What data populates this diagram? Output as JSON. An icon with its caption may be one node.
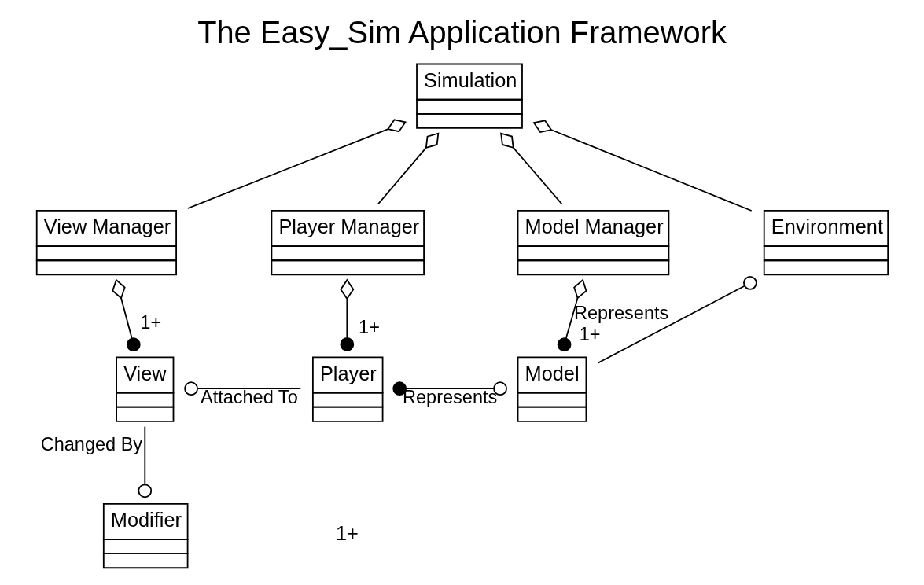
{
  "diagram": {
    "title": "The Easy_Sim Application Framework",
    "nodes": [
      {
        "text": [
          "Simulation"
        ]
      },
      {
        "text": [
          "View Manager"
        ]
      },
      {
        "text": [
          "Player Manager"
        ]
      },
      {
        "text": [
          "Model Manager"
        ]
      },
      {
        "text": [
          "Environment"
        ]
      },
      {
        "text": [
          "View"
        ]
      },
      {
        "text": [
          "Player"
        ]
      },
      {
        "text": [
          "Model"
        ]
      },
      {
        "text": [
          "Modifier"
        ]
      }
    ],
    "edges": [
      {
        "from": 0,
        "to": 1,
        "arrow": "other"
      },
      {
        "from": 0,
        "to": 2,
        "arrow": "other"
      },
      {
        "from": 0,
        "to": 3,
        "arrow": "other"
      },
      {
        "from": 0,
        "to": 4,
        "arrow": "other"
      },
      {
        "from": 1,
        "to": 5,
        "arrow": "other",
        "label": "1+"
      },
      {
        "from": 2,
        "to": 6,
        "arrow": "other",
        "label": "1+"
      },
      {
        "from": 3,
        "to": 7,
        "arrow": "other",
        "label": "1+"
      },
      {
        "from": 5,
        "to": 6,
        "arrow": "other",
        "label": "Attached To"
      },
      {
        "from": 6,
        "to": 7,
        "arrow": "other",
        "label": "Represents"
      },
      {
        "from": 7,
        "to": 4,
        "arrow": "other",
        "label": "Represents"
      },
      {
        "from": 5,
        "to": 8,
        "arrow": "other",
        "label": "Changed By"
      }
    ],
    "labels": [
      "1+"
    ]
  }
}
